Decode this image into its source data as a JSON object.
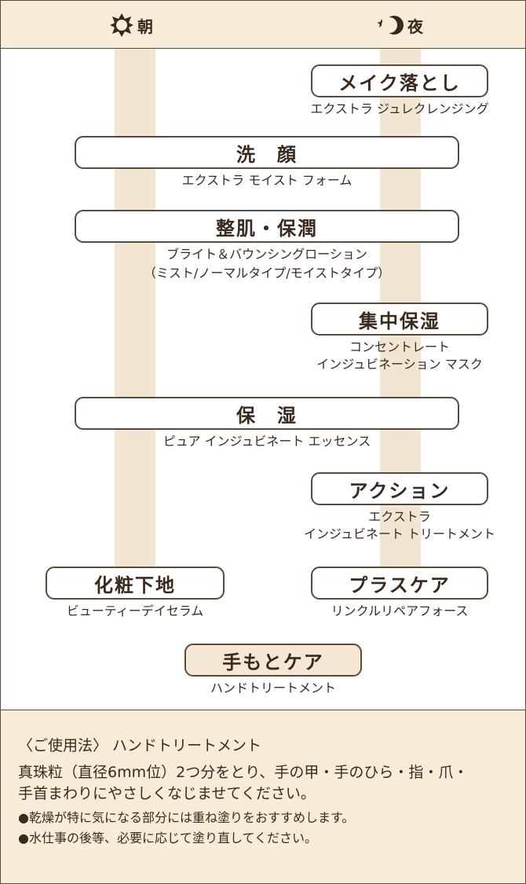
{
  "header": {
    "morning_label": "朝",
    "night_label": "夜"
  },
  "steps": {
    "makeup_removal": {
      "title": "メイク落とし",
      "product": "エクストラ ジュレクレンジング"
    },
    "face_wash": {
      "title": "洗　顔",
      "product": "エクストラ モイスト フォーム"
    },
    "skin_conditioning": {
      "title": "整肌・保潤",
      "product": "ブライト＆バウンシングローション",
      "product_note": "（ミスト/ノーマルタイプ/モイストタイプ）"
    },
    "intensive_moisture": {
      "title": "集中保湿",
      "product": "コンセントレート",
      "product_line2": "インジュビネーション マスク"
    },
    "moisture": {
      "title": "保　湿",
      "product": "ピュア インジュビネート エッセンス"
    },
    "action": {
      "title": "アクション",
      "product": "エクストラ",
      "product_line2": "インジュビネート トリートメント"
    },
    "makeup_base": {
      "title": "化粧下地",
      "product": "ビューティーデイセラム"
    },
    "plus_care": {
      "title": "プラスケア",
      "product": "リンクルリペアフォース"
    },
    "hand_care": {
      "title": "手もとケア",
      "product": "ハンドトリートメント"
    }
  },
  "howto": {
    "heading": "〈ご使用法〉 ハンドトリートメント",
    "line1": "真珠粒（直径6mm位）2つ分をとり、手の甲・手のひら・指・爪・",
    "line2": "手首まわりにやさしくなじませてください。",
    "note1": "●乾燥が特に気になる部分には重ね塗りをおすすめします。",
    "note2": "●水仕事の後等、必要に応じて塗り直してください。"
  },
  "colors": {
    "frame": "#5a4a3a",
    "header_bg": "#f6ecd8",
    "bar": "#f2e6d2",
    "text": "#3a2a1e"
  },
  "icons": {
    "morning": "sun-icon",
    "night": "moon-star-icon"
  }
}
